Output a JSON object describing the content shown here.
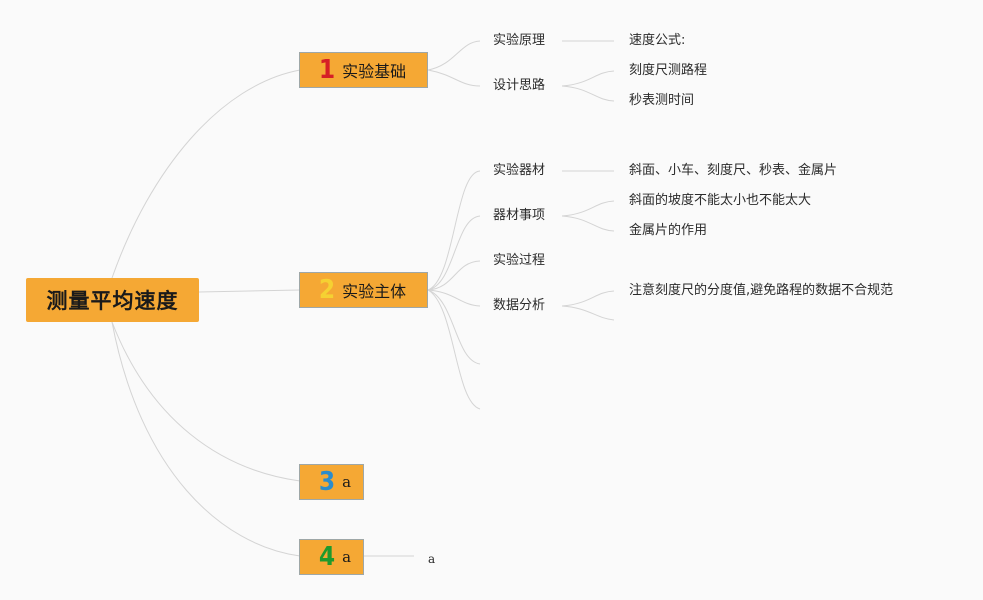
{
  "root": {
    "label": "测量平均速度"
  },
  "branches": [
    {
      "num": "1",
      "num_color": "#d61f26",
      "label": "实验基础"
    },
    {
      "num": "2",
      "num_color": "#f5d132",
      "label": "实验主体"
    },
    {
      "num": "3",
      "num_color": "#2b8ccc",
      "label": "a"
    },
    {
      "num": "4",
      "num_color": "#1f9a2c",
      "label": "a"
    }
  ],
  "b1": {
    "children": [
      "实验原理",
      "设计思路"
    ],
    "principle_leaf": "速度公式:",
    "design_leaves": [
      "刻度尺测路程",
      "秒表测时间"
    ]
  },
  "b2": {
    "children": [
      "实验器材",
      "器材事项",
      "实验过程",
      "数据分析"
    ],
    "equipment_leaf": "斜面、小车、刻度尺、秒表、金属片",
    "notes_leaves": [
      "斜面的坡度不能太小也不能太大",
      "金属片的作用"
    ],
    "analysis_leaf": "注意刻度尺的分度值,避免路程的数据不合规范"
  },
  "b4": {
    "child": "a"
  }
}
